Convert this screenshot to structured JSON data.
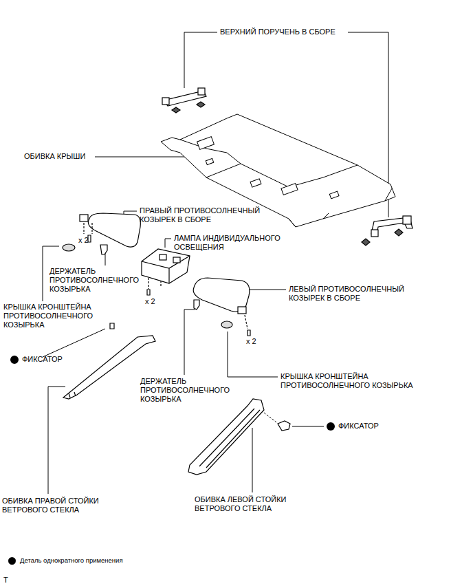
{
  "diagram": {
    "labels": [
      "ВЕРХНИЙ ПОРУЧЕНЬ В СБОРЕ",
      "ОБИВКА КРЫШИ",
      "ПРАВЫЙ ПРОТИВОСОЛНЕЧНЫЙ КОЗЫРЕК В СБОРЕ",
      "x 2",
      "ЛАМПА ИНДИВИДУАЛЬНОГО ОСВЕЩЕНИЯ",
      "ДЕРЖАТЕЛЬ ПРОТИВОСОЛНЕЧНОГО КОЗЫРЬКА",
      "x 2",
      "КРЫШКА КРОНШТЕЙНА ПРОТИВОСОЛНЕЧНОГО КОЗЫРЬКА",
      "ЛЕВЫЙ ПРОТИВОСОЛНЕЧНЫЙ КОЗЫРЕК В СБОРЕ",
      "x 2",
      "ФИКСАТОР",
      "ДЕРЖАТЕЛЬ ПРОТИВОСОЛНЕЧНОГО КОЗЫРЬКА",
      "КРЫШКА КРОНШТЕЙНА ПРОТИВОСОЛНЕЧНОГО КОЗЫРЬКА",
      "ФИКСАТОР",
      "ОБИВКА ПРАВОЙ СТОЙКИ ВЕТРОВОГО СТЕКЛА",
      "ОБИВКА ЛЕВОЙ СТОЙКИ ВЕТРОВОГО СТЕКЛА",
      "T"
    ],
    "legend": [
      {
        "text": "Деталь однократного применения"
      }
    ]
  }
}
